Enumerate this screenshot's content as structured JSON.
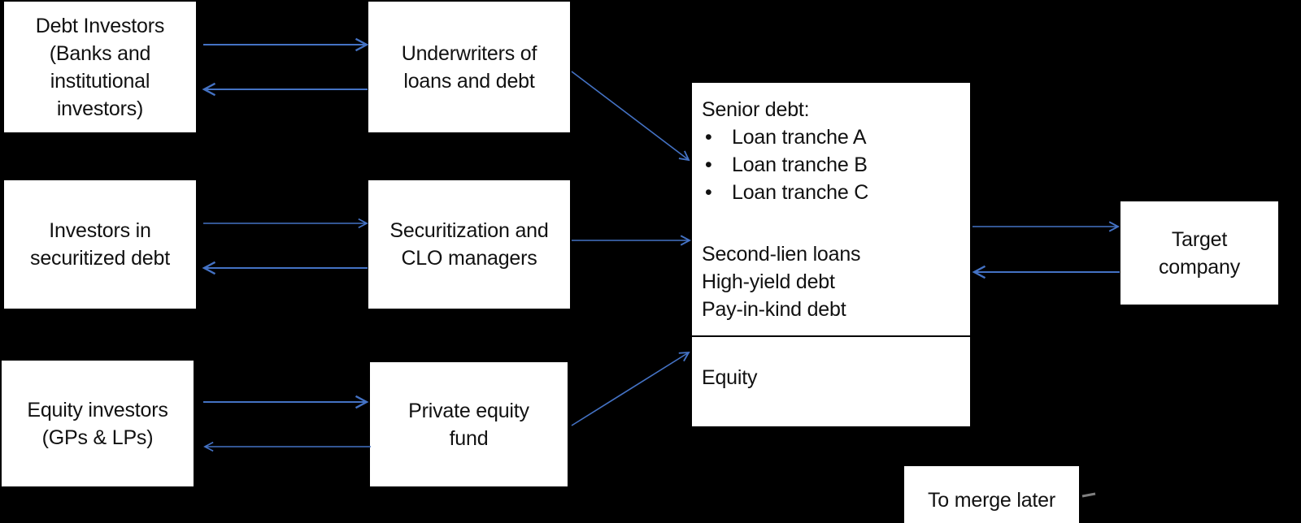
{
  "theme": {
    "background": "#000000",
    "box_fill": "#ffffff",
    "text_color": "#111111",
    "arrow_color": "#4472C4",
    "dash_color": "#7f7f7f",
    "divider_color": "#000000"
  },
  "boxes": {
    "debt_investors": {
      "lines": [
        "Debt Investors",
        "(Banks and",
        "institutional",
        "investors)"
      ]
    },
    "underwriters": {
      "lines": [
        "Underwriters of",
        "loans and debt"
      ]
    },
    "securitized_investors": {
      "lines": [
        "Investors in",
        "securitized debt"
      ]
    },
    "securitization_clo": {
      "lines": [
        "Securitization and",
        "CLO managers"
      ]
    },
    "equity_investors": {
      "lines": [
        "Equity investors",
        "(GPs & LPs)"
      ]
    },
    "private_equity_fund": {
      "lines": [
        "Private equity",
        "fund"
      ]
    },
    "target_company": {
      "lines": [
        "Target",
        "company"
      ]
    },
    "to_merge_later": {
      "label": "To merge later"
    }
  },
  "capital_structure": {
    "senior_debt_heading": "Senior debt:",
    "bullet_glyph": "•",
    "senior_tranches": [
      "Loan tranche A",
      "Loan tranche B",
      "Loan tranche C"
    ],
    "junior_debt": [
      "Second-lien loans",
      "High-yield debt",
      "Pay-in-kind debt"
    ],
    "equity_label": "Equity"
  },
  "connectors": [
    {
      "from": "debt_investors",
      "to": "underwriters",
      "direction": "right"
    },
    {
      "from": "underwriters",
      "to": "debt_investors",
      "direction": "left"
    },
    {
      "from": "securitized_investors",
      "to": "securitization_clo",
      "direction": "right"
    },
    {
      "from": "securitization_clo",
      "to": "securitized_investors",
      "direction": "left"
    },
    {
      "from": "equity_investors",
      "to": "private_equity_fund",
      "direction": "right"
    },
    {
      "from": "private_equity_fund",
      "to": "equity_investors",
      "direction": "left"
    },
    {
      "from": "underwriters",
      "to": "capital_structure_senior_debt",
      "direction": "diagonal-down"
    },
    {
      "from": "securitization_clo",
      "to": "capital_structure_junior_debt",
      "direction": "right"
    },
    {
      "from": "private_equity_fund",
      "to": "capital_structure_equity",
      "direction": "diagonal-up"
    },
    {
      "from": "capital_structure",
      "to": "target_company",
      "direction": "right"
    },
    {
      "from": "target_company",
      "to": "capital_structure",
      "direction": "left"
    }
  ]
}
